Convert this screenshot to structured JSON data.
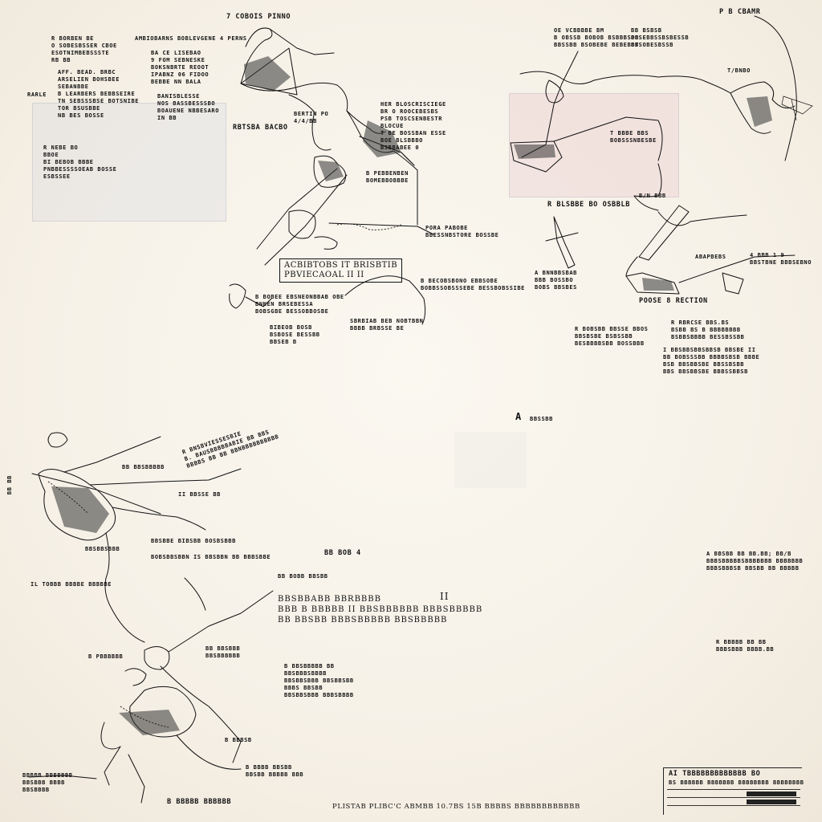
{
  "labels": [
    {
      "id": "top-center-caption",
      "text": "7 COBOIS PINNO"
    },
    {
      "id": "top-mid-header",
      "text": "AMBIOBARNS BOBLEVGENE 4 PERNS"
    },
    {
      "id": "top-mid-list",
      "text": "BA CE LISEBAO\n9 FOM SEBNESKE\nBOKSNBRTE REOOT\nIPABNZ 06 FIDOO\nBEBBE NN BALA"
    },
    {
      "id": "top-mid-list-2",
      "text": "BANISBLESSE\nNOS BASSBESSSBO\nBOAUENE NBBESARO\nIN BB"
    },
    {
      "id": "left-header",
      "text": "R BORBEN BE\nO SOBESBSSER CBOE\nESOTNIMBEBSSSTE\nRB BB"
    },
    {
      "id": "left-list",
      "text": "AFF. BEAD. BRBC\nARSELIEN BOHSBEE\nSEBANBBE\nB LEARBERS BEBBSEIRE\nTN SEBSSSBSE BOTSNIBE\nTOR BSUSBBE\nNB BES BOSSE"
    },
    {
      "id": "left-pointer",
      "text": "RARLE"
    },
    {
      "id": "left-sub",
      "text": "R NEBE BO\nBBOE\nBI BEBOB BBBE\nPNBBESSSSOEAB BOSSE\nESBSSEE"
    },
    {
      "id": "center-panel-title",
      "text": "RBTSBA BACBO"
    },
    {
      "id": "center-panel-sub",
      "text": "BERTIN PO\n4/4/BB"
    },
    {
      "id": "center-right-list",
      "text": "HER BLOSCRISCIEGE\nBR O ROOCEBESBS\nPSB TOSCSENBESTR\nBLOCUE\nT BE BOSSBAN ESSE\nBOE BLSBBBO\nBSBBABEE 0"
    },
    {
      "id": "pm-label-1",
      "text": "B PEBBENBEN\nBOMEBBOBBBE"
    },
    {
      "id": "pm-label-2",
      "text": "PORA PABOBE\nBBESSNBSTORE BOSSBE"
    },
    {
      "id": "boxed-title",
      "text": "ACBIBTOBS IT BRISBTIB\nPBVIECAOAL II II"
    },
    {
      "id": "bottom-center-1",
      "text": "B BOBEE EBSNEONBBAB OBE\nBNNEN BRSEBESSA\nBOBSGBE BESSOBBOSBE"
    },
    {
      "id": "bottom-center-2",
      "text": "BIBEOB BOSB\nBSBOSE BESSBB\nBBSEB B"
    },
    {
      "id": "bottom-center-3",
      "text": "SBRBIAB BEB NOBTBBN\nBBBB BRBSSE BE"
    },
    {
      "id": "far-left-sub",
      "text": "B BECOBSBONO EBBSOBE\nBOBBSSOBSSSEBE BESSBOBSSIBE"
    },
    {
      "id": "top-right-header",
      "text": "P B CBAMR"
    },
    {
      "id": "top-right-list-1",
      "text": "OE VCBBBBE BM\nB OBSSB BOBOB BSBBBSOB\nBBSSBB BSOBEBE BEBEBBT"
    },
    {
      "id": "top-right-list-2",
      "text": "BB BSBSB\nBBSEBBSSBSBESSB\nBBSOBESBSSB"
    },
    {
      "id": "top-right-callout",
      "text": "T/BNBO"
    },
    {
      "id": "tr-mid-label",
      "text": "T BBBE BBS\nBOBSSSNBESBE"
    },
    {
      "id": "right-mid-1",
      "text": "R BLSBBE BO OSBBLB"
    },
    {
      "id": "right-mid-2",
      "text": "B/N BBB"
    },
    {
      "id": "right-mid-3",
      "text": "ABAPBEBS"
    },
    {
      "id": "right-mid-4",
      "text": "4 BBB 1 9\nBBSTBNE BBBSEBNO"
    },
    {
      "id": "right-lower-list",
      "text": "A BNNBBSBAB\nBBB BOSSBO\nBOBS BBSBES"
    },
    {
      "id": "pose-section",
      "text": "POOSE 8 RECTION"
    },
    {
      "id": "right-sub-1",
      "text": "R RBRCSE BBS.BS\nBSBB BS B BBBBBBBB\nBSBBSBBBB BESSBSSBB"
    },
    {
      "id": "right-sub-2",
      "text": "R BOBSBB BBSSE BBOS\nBBSBSBE BSBSSBB\nBESBBBBSBB BOSSBBB"
    },
    {
      "id": "right-sub-3",
      "text": "I BBSBBSBBSBBSB BBSBE II\nBB BOBSSSBB BBBBSBSB BBBE\nBSB BBSBBSBE BBSSBSBB\nBBS BBSBBSBE BBBSSBBSB"
    },
    {
      "id": "center-letter-a",
      "text": "A"
    },
    {
      "id": "center-a-sub",
      "text": "BBSSBB"
    },
    {
      "id": "bl-angled",
      "text": "R BNSBVIESSESBIE\nB. BAUSBBBBBABIE BB BBS\nBBBBS BB BB BBNBBBBBBBBBB"
    },
    {
      "id": "bl-vertical",
      "text": "BB BB"
    },
    {
      "id": "bl-label-1",
      "text": "BB BBSBBBBB"
    },
    {
      "id": "bl-label-2",
      "text": "II BBSSE BB"
    },
    {
      "id": "bl-label-3",
      "text": "BBSBBE BIBSBB BOSBSBBB"
    },
    {
      "id": "bl-label-4",
      "text": "BOBSBBSBBN IS BBSBBN BB BBBSBBE"
    },
    {
      "id": "bl-label-5",
      "text": "IL TOBBB BBBBE BBBBBE"
    },
    {
      "id": "bl-label-6",
      "text": "BBSBBSBBB"
    },
    {
      "id": "bl-label-7",
      "text": "BB BOB 4"
    },
    {
      "id": "bl-label-8",
      "text": "BB BOBB BBSBB"
    },
    {
      "id": "mid-left-huge",
      "text": "BBSBBABB BBRBBBB\nBBB B BBBBB II BBSBBBBBB BBBSBBBBB\nBB BBSBB BBBSBBBBB BBSBBBBB"
    },
    {
      "id": "mid-left-ii",
      "text": "II"
    },
    {
      "id": "bl-label-9",
      "text": "B PBBBBBB"
    },
    {
      "id": "bl-label-10",
      "text": "BB BBSBBB\nBBSBBBBBB"
    },
    {
      "id": "bl-label-11",
      "text": "B BBSBBBBB BB\nBBSBBBSBBBB\nBBSBBSBBB BBSBBSBB\nBBBS BBSBB\nBBSBBSBBB BBBSBBBB"
    },
    {
      "id": "bl-label-12",
      "text": "B BBBSB"
    },
    {
      "id": "bl-label-13",
      "text": "B BBBB BBSBB\nBBSBB BBBBB BBB"
    },
    {
      "id": "bl-label-14",
      "text": "BBBBB BBBBBBB\nBBSBBB BBBB\nBBSBBBB"
    },
    {
      "id": "bl-label-15",
      "text": "B BBBBB BBBBBB"
    },
    {
      "id": "right-far-mid",
      "text": "A BBSBB BB BB.BB; BB/B\nBBBSBBBBBSBBBBBBB BBBBBBB\nBBBSBBBSB BBSBB BB BBBBB"
    },
    {
      "id": "right-far-low",
      "text": "R BBBBB BB BB\nBBBSBBB BBBB.BB"
    },
    {
      "id": "bottom-caption",
      "text": "PLISTAB PLIBC'C ABMBB 10.7BS 15B BBBBS BBBBBBBBBBBB"
    },
    {
      "id": "title-block-main",
      "text": "AI TBBBBBBBBBBBBB BO"
    },
    {
      "id": "title-block-sub",
      "text": "BS BBBBBB BBBBBBB BBBBBBBB BBBBBBBB"
    }
  ],
  "colors": {
    "ink": "#111111",
    "paper": "#f6f1e7",
    "ghost_pink": "#e8c6cb",
    "ghost_blue": "#c9cfe0"
  }
}
